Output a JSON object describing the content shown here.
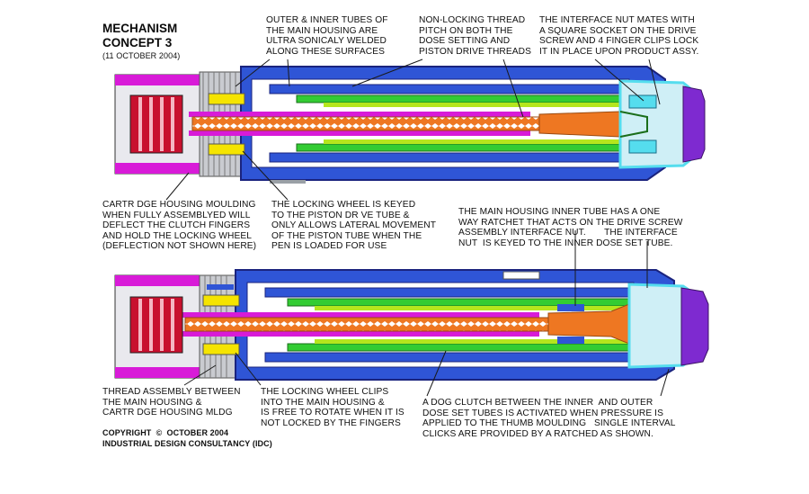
{
  "title": {
    "line1": "MECHANISM",
    "line2": "CONCEPT 3",
    "date": "(11 OCTOBER 2004)"
  },
  "notes": {
    "outer_inner_tubes": "OUTER & INNER TUBES OF\nTHE MAIN HOUSING ARE\nULTRA SONICALY WELDED\nALONG THESE SURFACES",
    "non_locking_thread": "NON-LOCKING THREAD\nPITCH ON BOTH THE\nDOSE SETTING AND\nPISTON DRIVE THREADS",
    "interface_nut": "THE INTERFACE NUT MATES WITH\nA SQUARE SOCKET ON THE DRIVE\nSCREW AND 4 FINGER CLIPS LOCK\nIT IN PLACE UPON PRODUCT ASSY.",
    "cartridge_housing": "CARTR DGE HOUSING MOULDING\nWHEN FULLY ASSEMBLYED WILL\nDEFLECT THE CLUTCH FINGERS\nAND HOLD THE LOCKING WHEEL\n(DEFLECTION NOT SHOWN HERE)",
    "locking_wheel_keyed": "THE LOCKING WHEEL IS KEYED\nTO THE PISTON DR VE TUBE &\nONLY ALLOWS LATERAL MOVEMENT\nOF THE PISTON TUBE WHEN THE\nPEN IS LOADED FOR USE",
    "ratchet": "THE MAIN HOUSING INNER TUBE HAS A ONE\nWAY RATCHET THAT ACTS ON THE DRIVE SCREW\nASSEMBLY INTERFACE NUT.       THE INTERFACE\nNUT  IS KEYED TO THE INNER DOSE SET TUBE.",
    "thread_assembly": "THREAD ASSEMBLY BETWEEN\nTHE MAIN HOUSING &\nCARTR DGE HOUSING MLDG",
    "locking_wheel_clips": "THE LOCKING WHEEL CLIPS\nINTO THE MAIN HOUSING &\nIS FREE TO ROTATE WHEN IT IS\nNOT LOCKED BY THE FINGERS",
    "dog_clutch": "A DOG CLUTCH BETWEEN THE INNER  AND OUTER\nDOSE SET TUBES IS ACTIVATED WHEN PRESSURE IS\nAPPLIED TO THE THUMB MOULDING   SINGLE INTERVAL\nCLICKS ARE PROVIDED BY A RATCHED AS SHOWN."
  },
  "footer": {
    "copyright": "COPYRIGHT  ©  OCTOBER 2004",
    "company": "INDUSTRIAL DESIGN CONSULTANCY (IDC)"
  },
  "colors": {
    "blue": "#2f55d6",
    "navy": "#1a237e",
    "orange": "#ee7722",
    "magenta": "#d81bd8",
    "green": "#33cc33",
    "lime": "#b5e61d",
    "yellow": "#f5e400",
    "cyan": "#55ddee",
    "red": "#c8102e",
    "violet": "#7e2ad0",
    "grey": "#9aa0a6"
  }
}
